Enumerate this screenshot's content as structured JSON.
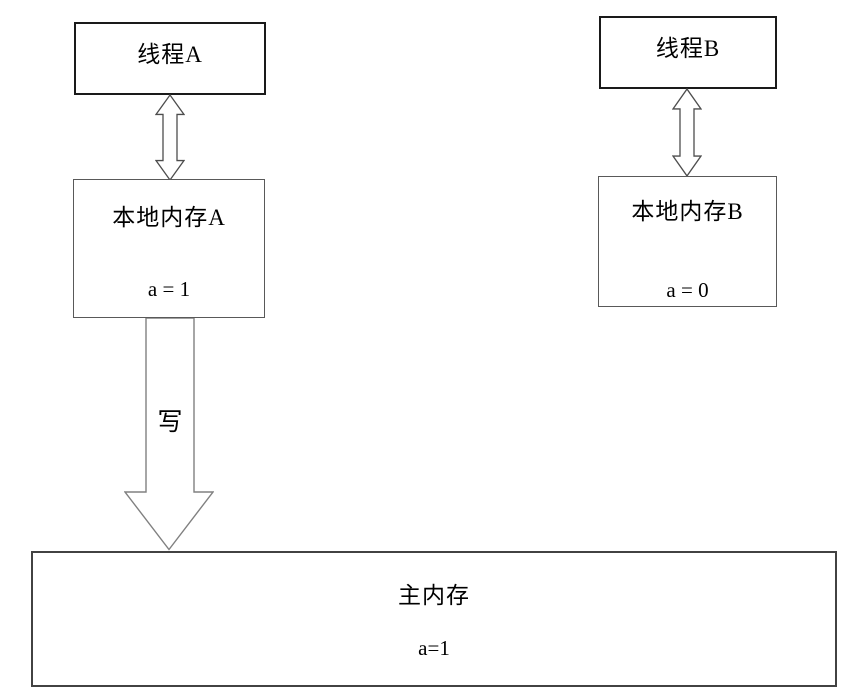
{
  "nodes": {
    "thread_a": {
      "label": "线程A"
    },
    "thread_b": {
      "label": "线程B"
    },
    "local_memory_a": {
      "label": "本地内存A",
      "value": "a = 1"
    },
    "local_memory_b": {
      "label": "本地内存B",
      "value": "a = 0"
    },
    "main_memory": {
      "label": "主内存",
      "value": "a=1"
    }
  },
  "arrows": {
    "write_arrow": {
      "label": "写",
      "icon": "thick-down-arrow"
    },
    "thread_a_local_a": {
      "icon": "double-headed-vertical-arrow"
    },
    "thread_b_local_b": {
      "icon": "double-headed-vertical-arrow"
    }
  },
  "colors": {
    "background": "#ffffff",
    "text": "#000000",
    "thread_border": "#1a1a1a",
    "local_border": "#595959",
    "main_border": "#424242",
    "small_arrow_outline": "#4d4d4d",
    "big_arrow_outline": "#808080"
  }
}
